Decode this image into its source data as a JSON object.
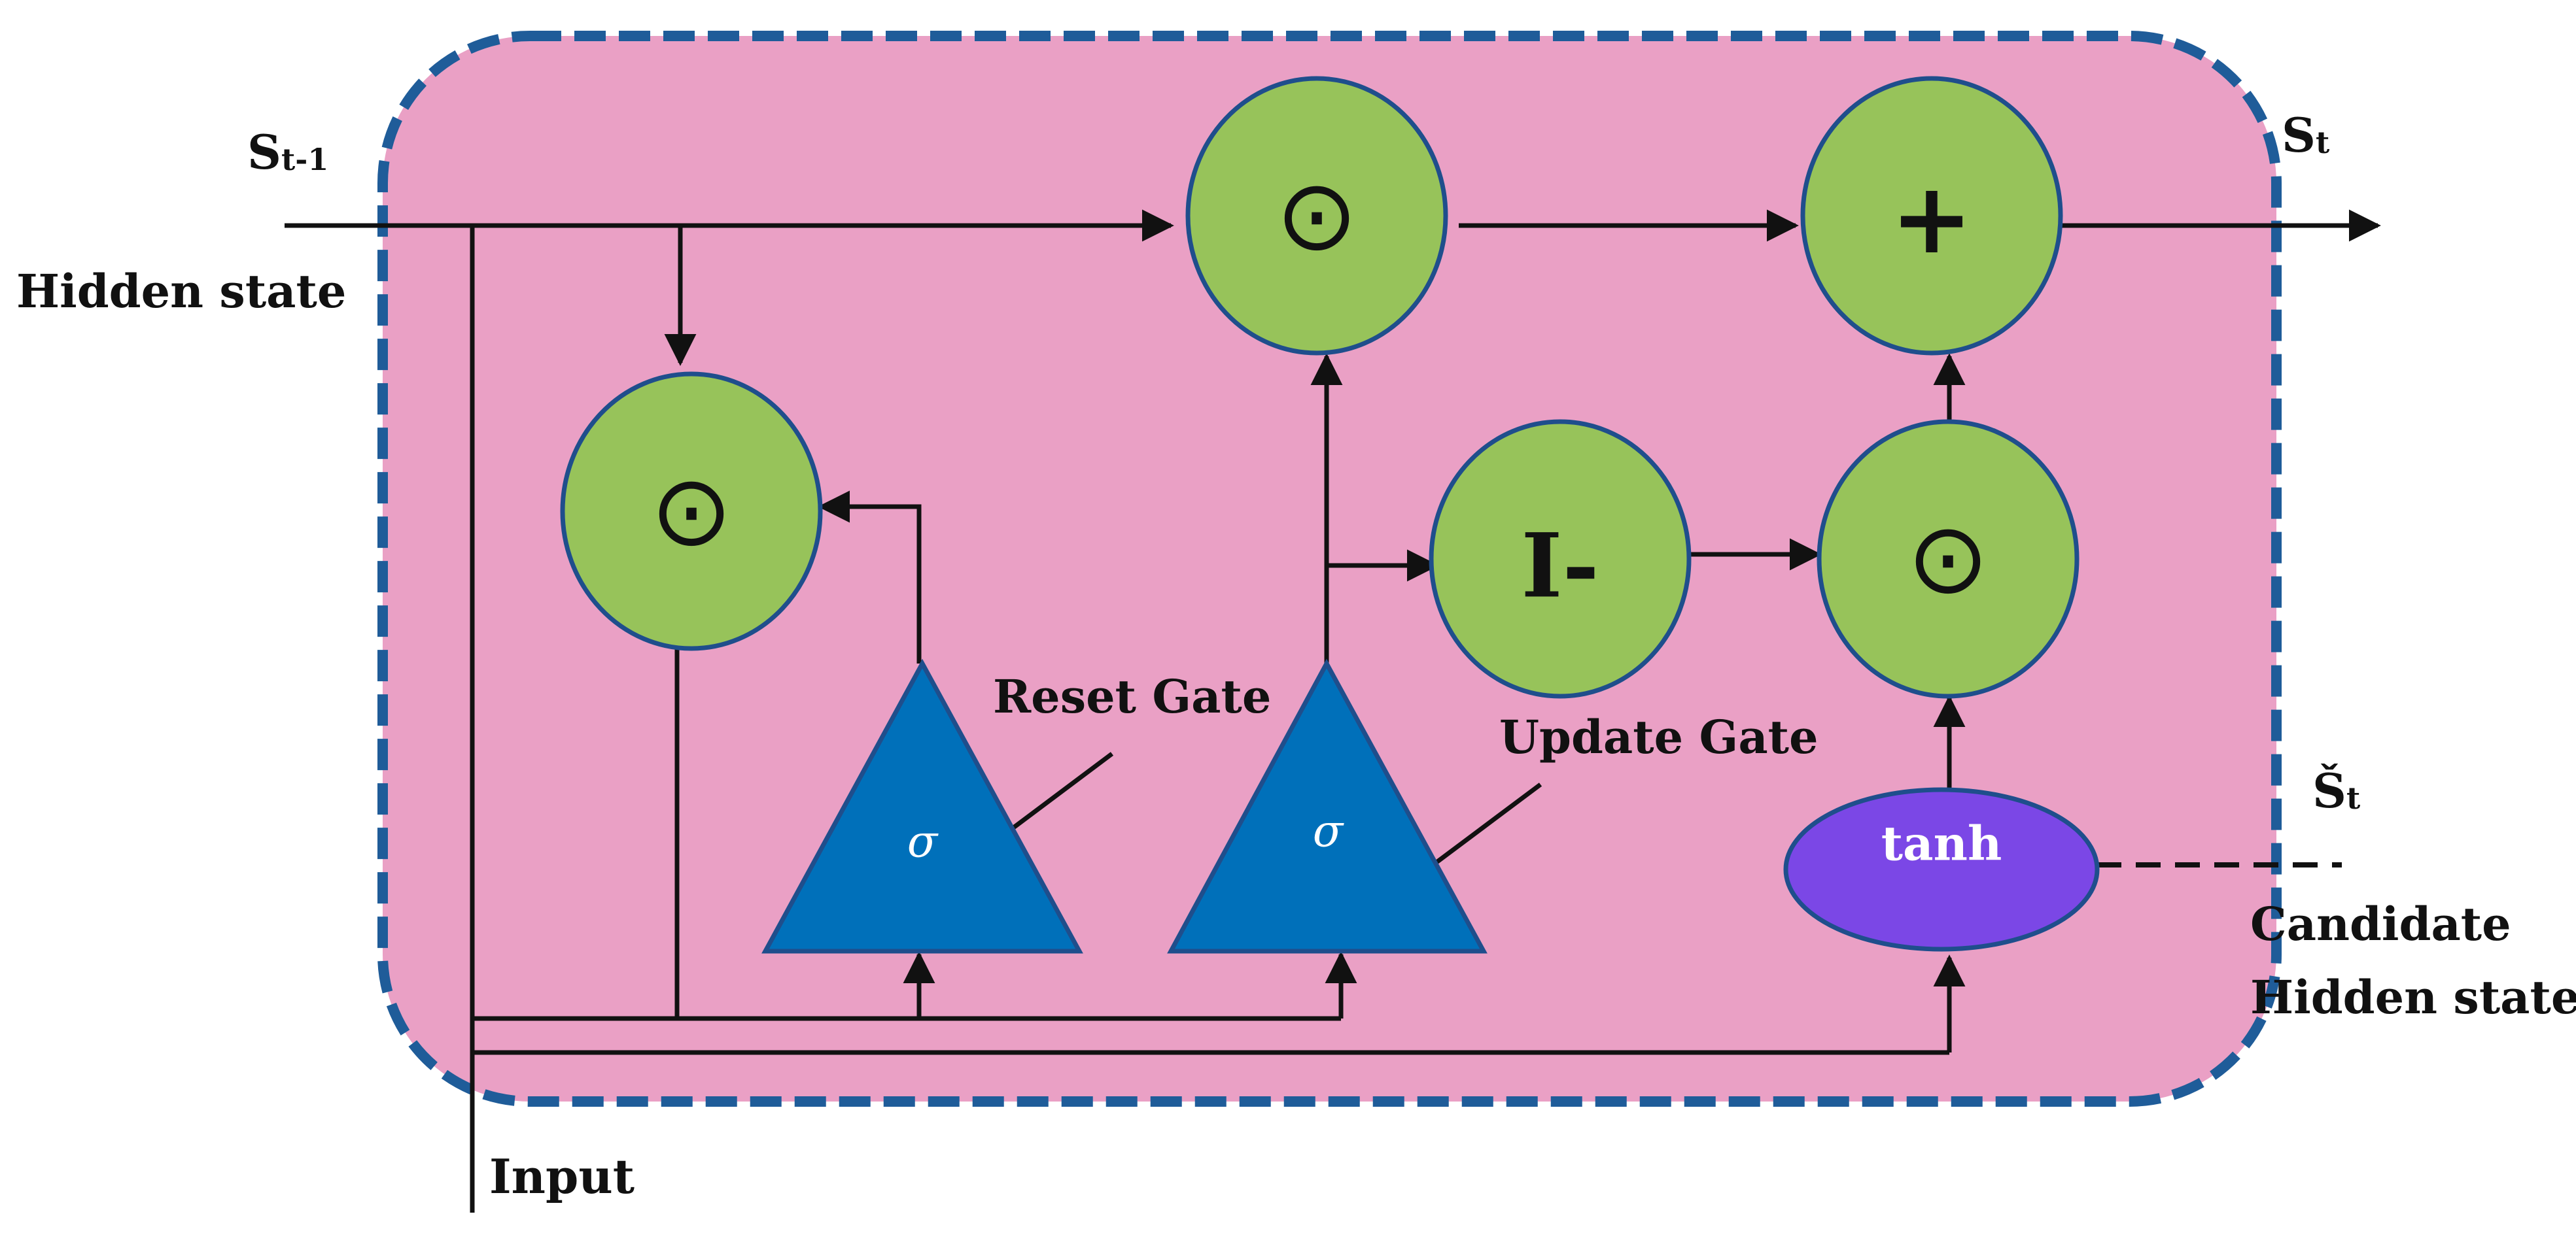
{
  "labels": {
    "prev_state_main": "S",
    "prev_state_sub": "t-1",
    "hidden_state": "Hidden state",
    "out_state_main": "S",
    "out_state_sub": "t",
    "candidate_main": "Š",
    "candidate_sub": "t",
    "candidate_line1": "Candidate",
    "candidate_line2": "Hidden state",
    "input": "Input",
    "reset_gate": "Reset Gate",
    "update_gate": "Update Gate"
  },
  "nodes": {
    "reset_mult_symbol": "⊙",
    "top_mult_symbol": "⊙",
    "add_symbol": "+",
    "one_minus_symbol": "I-",
    "candidate_mult_symbol": "⊙",
    "reset_sigma": "σ",
    "update_sigma": "σ",
    "tanh": "tanh"
  },
  "colors": {
    "cell_fill": "#EAA0C5",
    "cell_border": "#1F5C99",
    "op_fill": "#97C35A",
    "op_border": "#1F4E8C",
    "gate_fill": "#0070BA",
    "gate_border": "#1F4E8C",
    "tanh_fill": "#7B47E6",
    "line": "#111111"
  }
}
